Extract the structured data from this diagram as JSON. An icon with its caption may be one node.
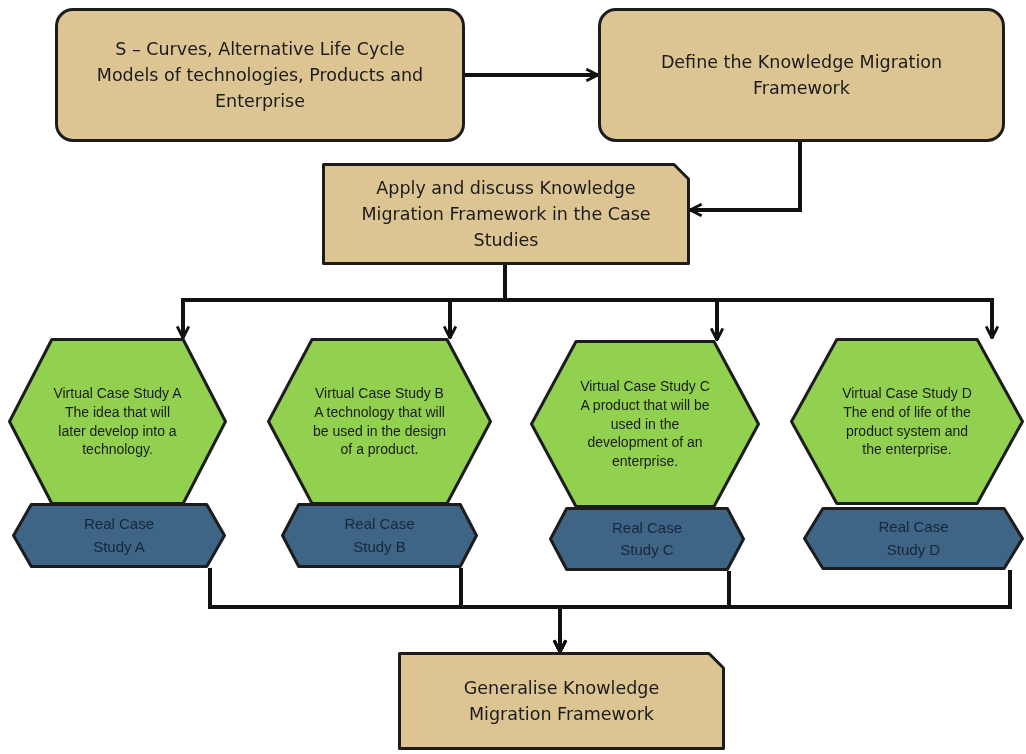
{
  "diagram": {
    "nodes": [
      {
        "text": [
          "S – Curves, Alternative Life Cycle Models of technologies, Products and Enterprise"
        ]
      },
      {
        "text": [
          "Define the Knowledge Migration Framework"
        ]
      },
      {
        "text": [
          "Apply and discuss Knowledge Migration Framework in the Case Studies"
        ]
      },
      {
        "text": [
          "Virtual Case Study A",
          "The idea that will later develop into a technology."
        ]
      },
      {
        "text": [
          "Virtual Case Study B",
          "A technology that will be used in the design of a product."
        ]
      },
      {
        "text": [
          "Virtual Case Study C",
          "A product that will be used in the development of an enterprise."
        ]
      },
      {
        "text": [
          "Virtual Case Study D",
          "The end of life of the product system and the enterprise."
        ]
      },
      {
        "text": [
          "Real Case Study A"
        ]
      },
      {
        "text": [
          "Real Case Study B"
        ]
      },
      {
        "text": [
          "Real Case Study C"
        ]
      },
      {
        "text": [
          "Real Case Study D"
        ]
      },
      {
        "text": [
          "Generalise Knowledge Migration Framework"
        ]
      }
    ],
    "edges": [
      {
        "from": 0,
        "to": 1,
        "arrow": "to"
      },
      {
        "from": 1,
        "to": 2,
        "arrow": "to"
      },
      {
        "from": 2,
        "to": 3,
        "arrow": "to"
      },
      {
        "from": 2,
        "to": 4,
        "arrow": "to"
      },
      {
        "from": 2,
        "to": 5,
        "arrow": "to"
      },
      {
        "from": 2,
        "to": 6,
        "arrow": "to"
      },
      {
        "from": 7,
        "to": 11,
        "arrow": "to"
      },
      {
        "from": 8,
        "to": 11,
        "arrow": "to"
      },
      {
        "from": 9,
        "to": 11,
        "arrow": "to"
      },
      {
        "from": 10,
        "to": 11,
        "arrow": "to"
      }
    ]
  }
}
